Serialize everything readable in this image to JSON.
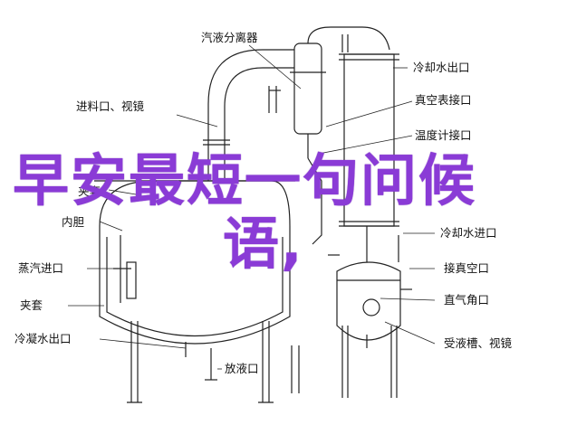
{
  "diagram": {
    "labels": {
      "steam_separator": "汽液分离器",
      "cooling_water_outlet_1": "冷却水出口",
      "feed_port_sight_glass": "进料口、视镜",
      "vacuum_gauge_port": "真空表接口",
      "thermometer_port": "温度计接口",
      "jacket_partial": "夹套",
      "inner_liner": "内胆",
      "cooling_water_inlet": "冷却水进口",
      "steam_inlet": "蒸汽进口",
      "vacuum_port": "接真空口",
      "jacket": "夹套",
      "straight_angle_port": "直气角口",
      "condensate_outlet": "冷凝水出口",
      "discharge_port": "放液口",
      "receiver_sight_glass": "受液槽、视镜"
    },
    "overlay_text": {
      "line1": "早安最短一句问候",
      "line2": "语,"
    },
    "colors": {
      "line": "#222222",
      "overlay": "#8a3bd6"
    }
  }
}
